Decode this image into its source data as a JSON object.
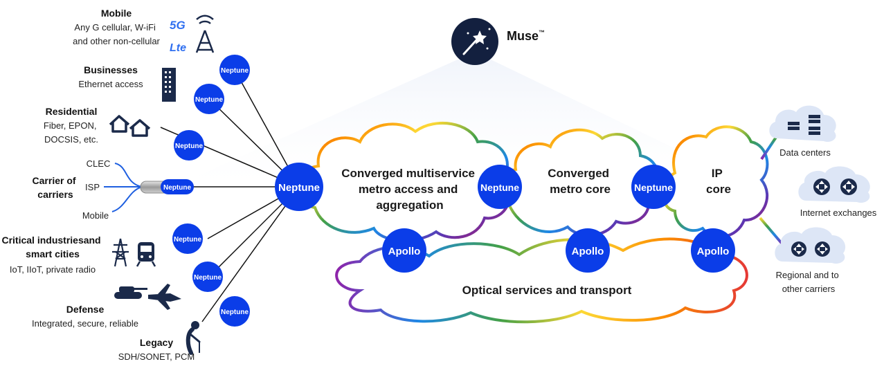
{
  "muse": {
    "label": "Muse",
    "tm": "™"
  },
  "clouds": {
    "metro_access": [
      "Converged multiservice",
      "metro access and",
      "aggregation"
    ],
    "metro_core": [
      "Converged",
      "metro core"
    ],
    "ip_core": [
      "IP",
      "core"
    ],
    "optical": "Optical services and transport"
  },
  "hubs": {
    "neptune": "Neptune",
    "apollo": "Apollo"
  },
  "access": {
    "mobile": {
      "title": "Mobile",
      "lines": [
        "Any G cellular, W-iFi",
        "and other non-cellular"
      ],
      "badge_5g": "5G",
      "badge_lte": "Lte"
    },
    "businesses": {
      "title": "Businesses",
      "lines": [
        "Ethernet access"
      ]
    },
    "residential": {
      "title": "Residential",
      "lines": [
        "Fiber, EPON,",
        "DOCSIS, etc."
      ]
    },
    "carrier": {
      "title": [
        "Carrier of",
        "carriers"
      ],
      "clec": "CLEC",
      "isp": "ISP",
      "mobile": "Mobile"
    },
    "critical": {
      "title": [
        "Critical industriesand",
        "smart cities"
      ],
      "lines": [
        "IoT, IIoT, private radio"
      ]
    },
    "defense": {
      "title": "Defense",
      "lines": [
        "Integrated, secure, reliable"
      ]
    },
    "legacy": {
      "title": "Legacy",
      "lines": [
        "SDH/SONET, PCM"
      ]
    }
  },
  "right": {
    "data_centers": "Data centers",
    "internet_exchanges": "Internet exchanges",
    "regional": [
      "Regional and to",
      "other carriers"
    ]
  },
  "colors": {
    "node_blue": "#0b3de8",
    "muse_navy": "#13203f",
    "icon_navy": "#1b2a4a",
    "cloud_fill": "#dde6f6",
    "rainbow": [
      "#e53935",
      "#fb8c00",
      "#fdd835",
      "#43a047",
      "#1e88e5",
      "#5e35b1",
      "#8e24aa"
    ]
  }
}
